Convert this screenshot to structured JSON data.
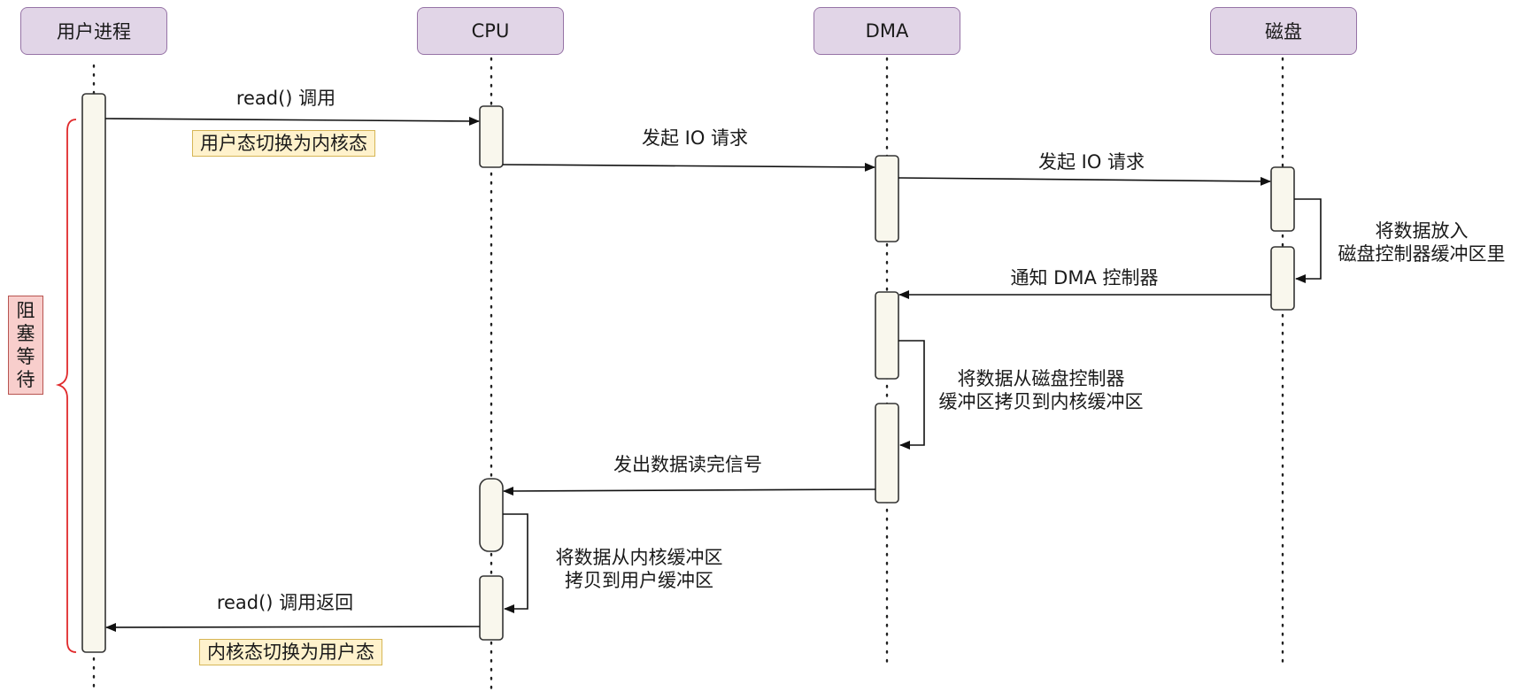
{
  "participants": [
    {
      "id": "user-process",
      "label": "用户进程"
    },
    {
      "id": "cpu",
      "label": "CPU"
    },
    {
      "id": "dma",
      "label": "DMA"
    },
    {
      "id": "disk",
      "label": "磁盘"
    }
  ],
  "messages": [
    {
      "id": "read-call",
      "label": "read() 调用"
    },
    {
      "id": "cpu-to-dma",
      "label": "发起 IO 请求"
    },
    {
      "id": "dma-to-disk",
      "label": "发起 IO 请求"
    },
    {
      "id": "disk-self",
      "lines": [
        "将数据放入",
        "磁盘控制器缓冲区里"
      ]
    },
    {
      "id": "notify-dma",
      "label": "通知 DMA 控制器"
    },
    {
      "id": "dma-self",
      "lines": [
        "将数据从磁盘控制器",
        "缓冲区拷贝到内核缓冲区"
      ]
    },
    {
      "id": "read-done-signal",
      "label": "发出数据读完信号"
    },
    {
      "id": "cpu-self",
      "lines": [
        "将数据从内核缓冲区",
        "拷贝到用户缓冲区"
      ]
    },
    {
      "id": "read-return",
      "label": "read() 调用返回"
    }
  ],
  "notes": {
    "user_to_kernel": "用户态切换为内核态",
    "kernel_to_user": "内核态切换为用户态",
    "blocking_wait": [
      "阻",
      "塞",
      "等",
      "待"
    ]
  },
  "colors": {
    "header_fill": "#e1d5e7",
    "header_border": "#9673a6",
    "note_fill": "#fff2cc",
    "note_border": "#d6b656",
    "blocking_fill": "#f8cecc",
    "blocking_border": "#b85450",
    "activation_fill": "#f9f7ed",
    "brace_color": "#e0292b"
  }
}
